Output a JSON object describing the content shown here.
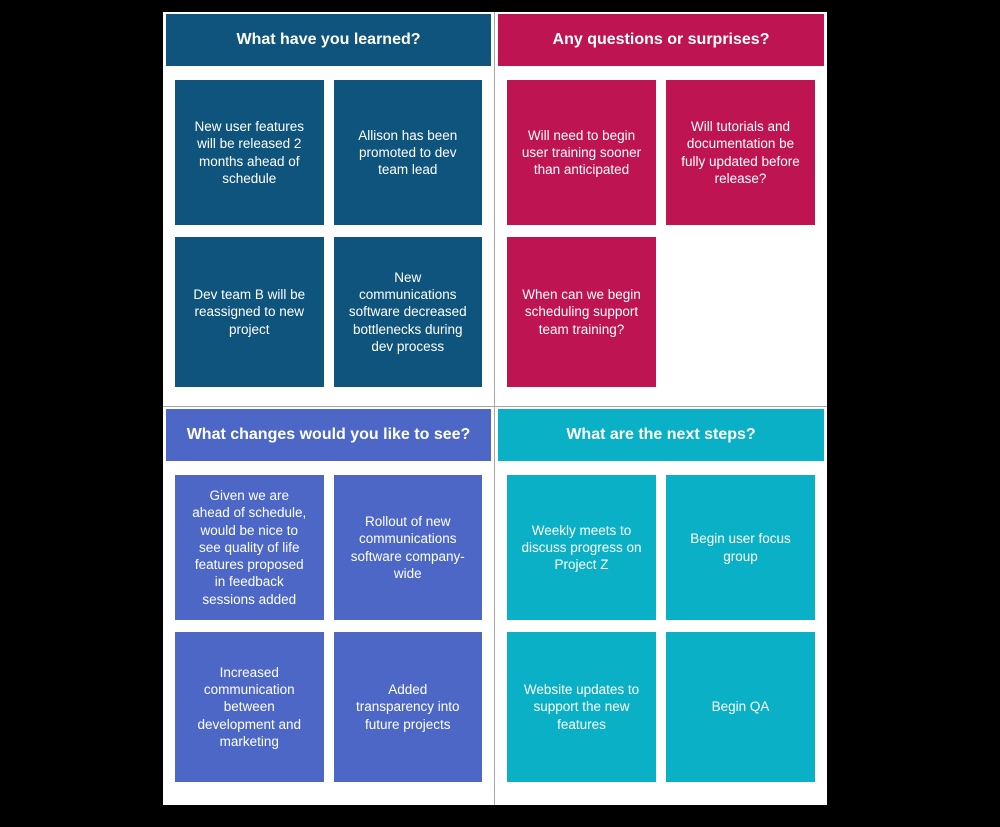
{
  "colors": {
    "page_background": "#000000",
    "board_background": "#ffffff",
    "divider_gray": "#a6a6a6",
    "card_text": "#ffffff"
  },
  "board": {
    "quadrants": [
      {
        "id": "learned",
        "title": "What have you learned?",
        "color": "#0f547c",
        "cards": [
          "New user features will be released 2 months ahead of schedule",
          "Allison has been promoted to dev team lead",
          "Dev team B will be reassigned to new project",
          "New communications software decreased bottlenecks during dev process"
        ]
      },
      {
        "id": "questions",
        "title": "Any questions or surprises?",
        "color": "#be1452",
        "cards": [
          "Will need to begin user training sooner than anticipated",
          "Will tutorials and documentation be fully updated before release?",
          "When can we begin scheduling support team training?"
        ]
      },
      {
        "id": "changes",
        "title": "What changes would you like to see?",
        "color": "#4c67c6",
        "cards": [
          "Given we are ahead of schedule, would be nice to see quality of life features proposed in feedback sessions added",
          "Rollout of new communications software company-wide",
          "Increased communication between development and marketing",
          "Added transparency into future projects"
        ]
      },
      {
        "id": "next-steps",
        "title": "What are the next steps?",
        "color": "#0ab1c6",
        "cards": [
          "Weekly meets to discuss progress on Project Z",
          "Begin user focus group",
          "Website updates to support the new features",
          "Begin QA"
        ]
      }
    ]
  }
}
